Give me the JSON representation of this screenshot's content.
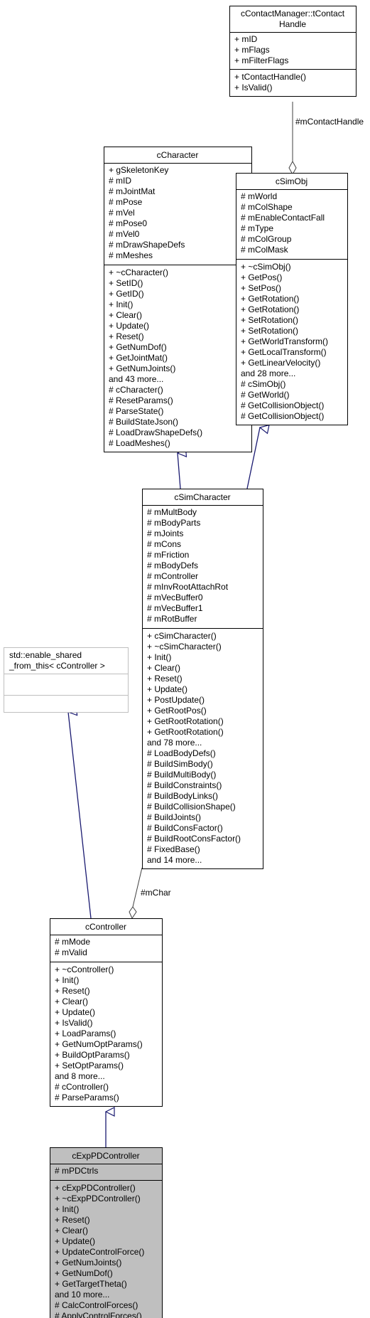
{
  "boxes": {
    "cContactHandle": {
      "title": [
        "cContactManager::tContact",
        "Handle"
      ],
      "attrs": [
        "+ mID",
        "+ mFlags",
        "+ mFilterFlags"
      ],
      "methods": [
        "+ tContactHandle()",
        "+ IsValid()"
      ],
      "fill": "#ffffff",
      "stroke": "#000000"
    },
    "cCharacter": {
      "title": [
        "cCharacter"
      ],
      "attrs": [
        "+ gSkeletonKey",
        "# mID",
        "# mJointMat",
        "# mPose",
        "# mVel",
        "# mPose0",
        "# mVel0",
        "# mDrawShapeDefs",
        "# mMeshes"
      ],
      "methods": [
        "+ ~cCharacter()",
        "+ SetID()",
        "+ GetID()",
        "+ Init()",
        "+ Clear()",
        "+ Update()",
        "+ Reset()",
        "+ GetNumDof()",
        "+ GetJointMat()",
        "+ GetNumJoints()",
        "and 43 more...",
        "# cCharacter()",
        "# ResetParams()",
        "# ParseState()",
        "# BuildStateJson()",
        "# LoadDrawShapeDefs()",
        "# LoadMeshes()"
      ],
      "fill": "#ffffff",
      "stroke": "#000000"
    },
    "cSimObj": {
      "title": [
        "cSimObj"
      ],
      "attrs": [
        "# mWorld",
        "# mColShape",
        "# mEnableContactFall",
        "# mType",
        "# mColGroup",
        "# mColMask"
      ],
      "methods": [
        "+ ~cSimObj()",
        "+ GetPos()",
        "+ SetPos()",
        "+ GetRotation()",
        "+ GetRotation()",
        "+ SetRotation()",
        "+ SetRotation()",
        "+ GetWorldTransform()",
        "+ GetLocalTransform()",
        "+ GetLinearVelocity()",
        "and 28 more...",
        "# cSimObj()",
        "# GetWorld()",
        "# GetCollisionObject()",
        "# GetCollisionObject()"
      ],
      "fill": "#ffffff",
      "stroke": "#000000"
    },
    "cSimCharacter": {
      "title": [
        "cSimCharacter"
      ],
      "attrs": [
        "# mMultBody",
        "# mBodyParts",
        "# mJoints",
        "# mCons",
        "# mFriction",
        "# mBodyDefs",
        "# mController",
        "# mInvRootAttachRot",
        "# mVecBuffer0",
        "# mVecBuffer1",
        "# mRotBuffer"
      ],
      "methods": [
        "+ cSimCharacter()",
        "+ ~cSimCharacter()",
        "+ Init()",
        "+ Clear()",
        "+ Reset()",
        "+ Update()",
        "+ PostUpdate()",
        "+ GetRootPos()",
        "+ GetRootRotation()",
        "+ GetRootRotation()",
        "and 78 more...",
        "# LoadBodyDefs()",
        "# BuildSimBody()",
        "# BuildMultiBody()",
        "# BuildConstraints()",
        "# BuildBodyLinks()",
        "# BuildCollisionShape()",
        "# BuildJoints()",
        "# BuildConsFactor()",
        "# BuildRootConsFactor()",
        "# FixedBase()",
        "and 14 more..."
      ],
      "fill": "#ffffff",
      "stroke": "#000000"
    },
    "enableShared": {
      "title": [
        "std::enable_shared",
        "_from_this< cController >"
      ],
      "attrs": [],
      "methods": [],
      "fill": "#ffffff",
      "stroke": "#bfbfbf"
    },
    "cController": {
      "title": [
        "cController"
      ],
      "attrs": [
        "# mMode",
        "# mValid"
      ],
      "methods": [
        "+ ~cController()",
        "+ Init()",
        "+ Reset()",
        "+ Clear()",
        "+ Update()",
        "+ IsValid()",
        "+ LoadParams()",
        "+ GetNumOptParams()",
        "+ BuildOptParams()",
        "+ SetOptParams()",
        "and 8 more...",
        "# cController()",
        "# ParseParams()"
      ],
      "fill": "#ffffff",
      "stroke": "#000000"
    },
    "cExpPDController": {
      "title": [
        "cExpPDController"
      ],
      "attrs": [
        "# mPDCtrls"
      ],
      "methods": [
        "+ cExpPDController()",
        "+ ~cExpPDController()",
        "+ Init()",
        "+ Reset()",
        "+ Clear()",
        "+ Update()",
        "+ UpdateControlForce()",
        "+ GetNumJoints()",
        "+ GetNumDof()",
        "+ GetTargetTheta()",
        "and 10 more...",
        "# CalcControlForces()",
        "# ApplyControlForces()"
      ],
      "fill": "#bfbfbf",
      "stroke": "#000000"
    }
  },
  "edges": {
    "contact_handle_label": "#mContactHandle",
    "char_label": "#mChar",
    "inherit_color": "#191970",
    "assoc_color": "#404040"
  }
}
